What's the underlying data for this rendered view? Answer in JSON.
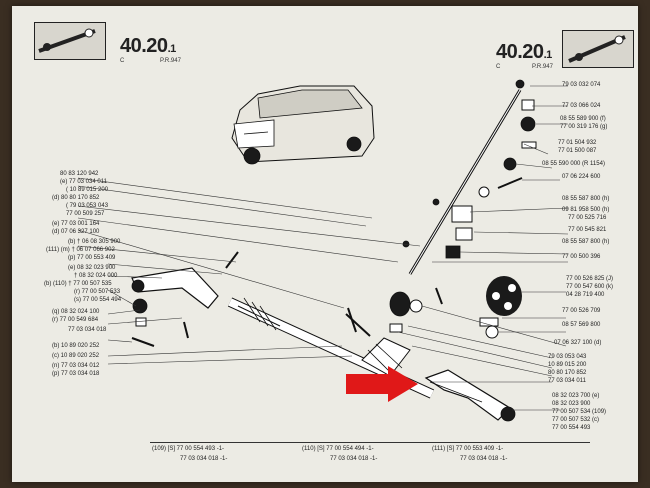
{
  "header": {
    "left": {
      "section": "40.20",
      "suffix": ".1",
      "c": "C",
      "pr": "P.R.947"
    },
    "right": {
      "section": "40.20",
      "suffix": ".1",
      "c": "C",
      "pr": "P.R.947"
    }
  },
  "left_callouts": [
    "80 83 120 942",
    "(e) 77 03 034 011",
    "( 10 89 015 200",
    "(d) 80 80 170 852",
    "( 79 03 053 043",
    "77 00 509 257",
    "(e) 77 03 001 164",
    "(d) 07 06 327 100",
    "(b) † 06 08 305 900",
    "(111) (m) † 06 07 066 902",
    "(p) 77 00 553 409",
    "(e) 08 32 023 900",
    "† 08 32 024 000",
    "(b) (110) † 77 00 507 535",
    "(r) 77 00 507 533",
    "(s) 77 00 554 494",
    "(q) 08 32 024 100",
    "(r) 77 00 549 684",
    "77 03 034 018",
    "(b) 10 89 020 252",
    "(c) 10 89 020 252",
    "(n) 77 03 034 012",
    "(p) 77 03 034 018"
  ],
  "right_callouts": [
    "79 03 032 074",
    "77 03 066 024",
    "08 55 589 900 (f)",
    "77 00 319 176 (g)",
    "77 01 504 932",
    "77 01 500 087",
    "08 55 590 000 (R 1154)",
    "07 06 224 600",
    "08 55 587 800 (h)",
    "09 81 958 500 (h)",
    "77 00 525 716",
    "77 00 545 821",
    "08 55 587 800 (h)",
    "77 00 500 396",
    "77 00 526 825 (J)",
    "77 00 547 600 (k)",
    "04 28 719 400",
    "77 00 526 709",
    "08 57 569 800",
    "07 06 327 100 (d)",
    "79 03 053 043",
    "10 89 015 200",
    "80 80 170 852",
    "77 03 034 011",
    "08 32 023 700 (e)",
    "08 32 023 900",
    "77 00 507 534 (109)",
    "77 00 507 532 (c)",
    "77 00 554 493"
  ],
  "bottom_refs": [
    {
      "line1": "(109) [S] 77 00 554 493 -1-",
      "line2": "77 03 034 018 -1-"
    },
    {
      "line1": "(110) [S] 77 00 554 494 -1-",
      "line2": "77 03 034 018 -1-"
    },
    {
      "line1": "(111) [S] 77 00 553 409 -1-",
      "line2": "77 03 034 018 -1-"
    }
  ],
  "colors": {
    "paper": "#ecebe4",
    "ink": "#1a1a1a",
    "arrow": "#e01818"
  }
}
